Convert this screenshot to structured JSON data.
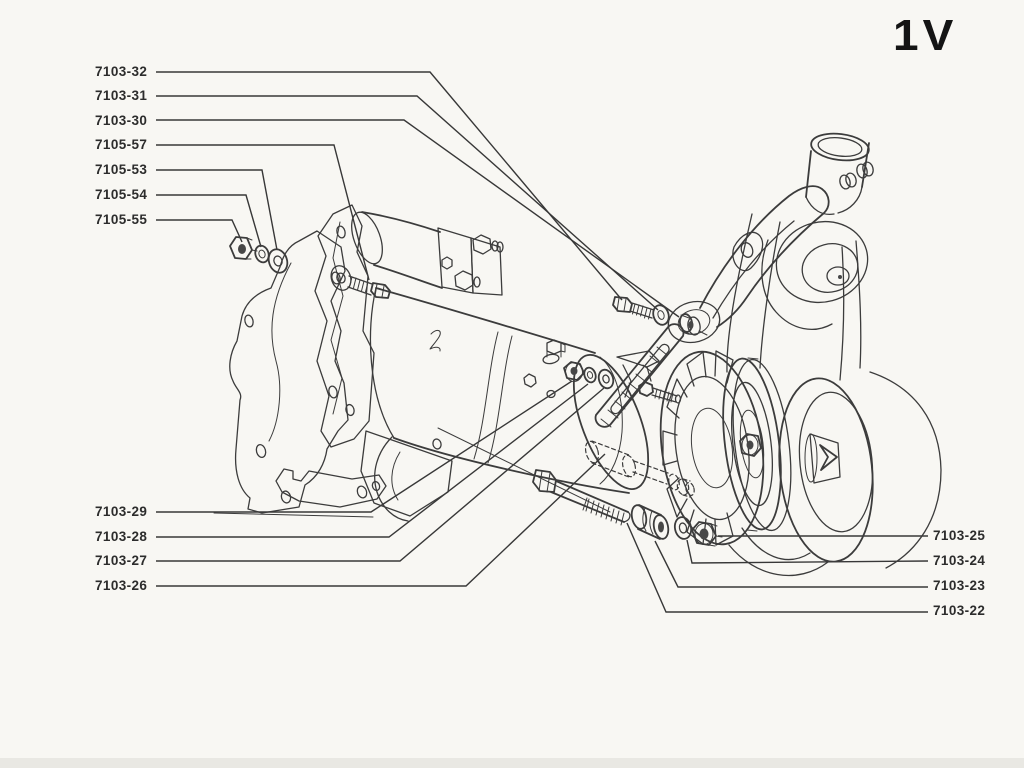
{
  "figure": {
    "code": "1V"
  },
  "part_labels": {
    "top_left": [
      "7103-32",
      "7103-31",
      "7103-30",
      "7105-57",
      "7105-53",
      "7105-54",
      "7105-55"
    ],
    "bottom_left": [
      "7103-29",
      "7103-28",
      "7103-27",
      "7103-26"
    ],
    "bottom_right": [
      "7103-25",
      "7103-24",
      "7103-23",
      "7103-22"
    ]
  },
  "diagram": {
    "type": "exploded-parts-illustration",
    "components": [
      "engine-mounting-plate",
      "starter-bracket",
      "starter-motor",
      "solenoid",
      "adjusting-strap",
      "generator-fan",
      "generator-pulley",
      "fan-belt",
      "water-pump",
      "filler-neck",
      "crankshaft-pulley",
      "nuts-washers-bolts-hardware",
      "hidden-bolt-dashed"
    ]
  },
  "colors": {
    "background": "#f8f7f3",
    "line": "#3c3c3c",
    "text": "#2c2c2c"
  }
}
